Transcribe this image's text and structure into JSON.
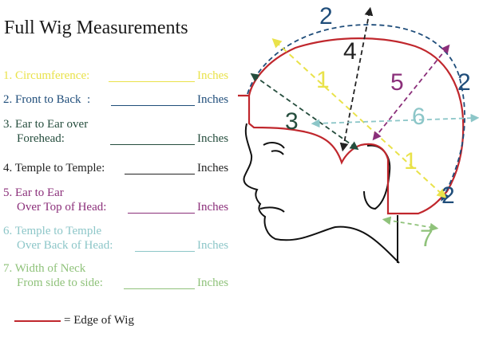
{
  "title": "Full Wig Measurements",
  "colors": {
    "yellow": "#e9e24a",
    "navy": "#1f4d7a",
    "dark_green": "#254d3d",
    "black": "#222222",
    "purple": "#8b2f7a",
    "teal": "#8cc6c8",
    "light_green": "#8fc27a",
    "wig_edge": "#c0272d"
  },
  "measurements": [
    {
      "number": "1",
      "line1": "1. Circumference:",
      "line2": "",
      "unit": "Inches",
      "color": "#e9e24a"
    },
    {
      "number": "2",
      "line1": "2. Front to Back  :",
      "line2": "",
      "unit": "Inches",
      "color": "#1f4d7a"
    },
    {
      "number": "3",
      "line1": "3. Ear to Ear over",
      "line2": "Forehead:",
      "unit": "Inches",
      "color": "#254d3d"
    },
    {
      "number": "4",
      "line1": "4. Temple to Temple:",
      "line2": "",
      "unit": "Inches",
      "color": "#222222"
    },
    {
      "number": "5",
      "line1": "5. Ear to Ear",
      "line2": "Over Top of Head:",
      "unit": "Inches",
      "color": "#8b2f7a"
    },
    {
      "number": "6",
      "line1": "6. Temple to Temple",
      "line2": "Over Back of Head:",
      "unit": "Inches",
      "color": "#8cc6c8"
    },
    {
      "number": "7",
      "line1": "7. Width of Neck",
      "line2": "From side to side:",
      "unit": "Inches",
      "color": "#8fc27a"
    }
  ],
  "legend": {
    "label": "= Edge of Wig"
  },
  "diagram_labels": {
    "n1a": "1",
    "n1b": "1",
    "n2a": "2",
    "n2b": "2",
    "n2c": "2",
    "n3": "3",
    "n4": "4",
    "n5": "5",
    "n6": "6",
    "n7": "7"
  }
}
